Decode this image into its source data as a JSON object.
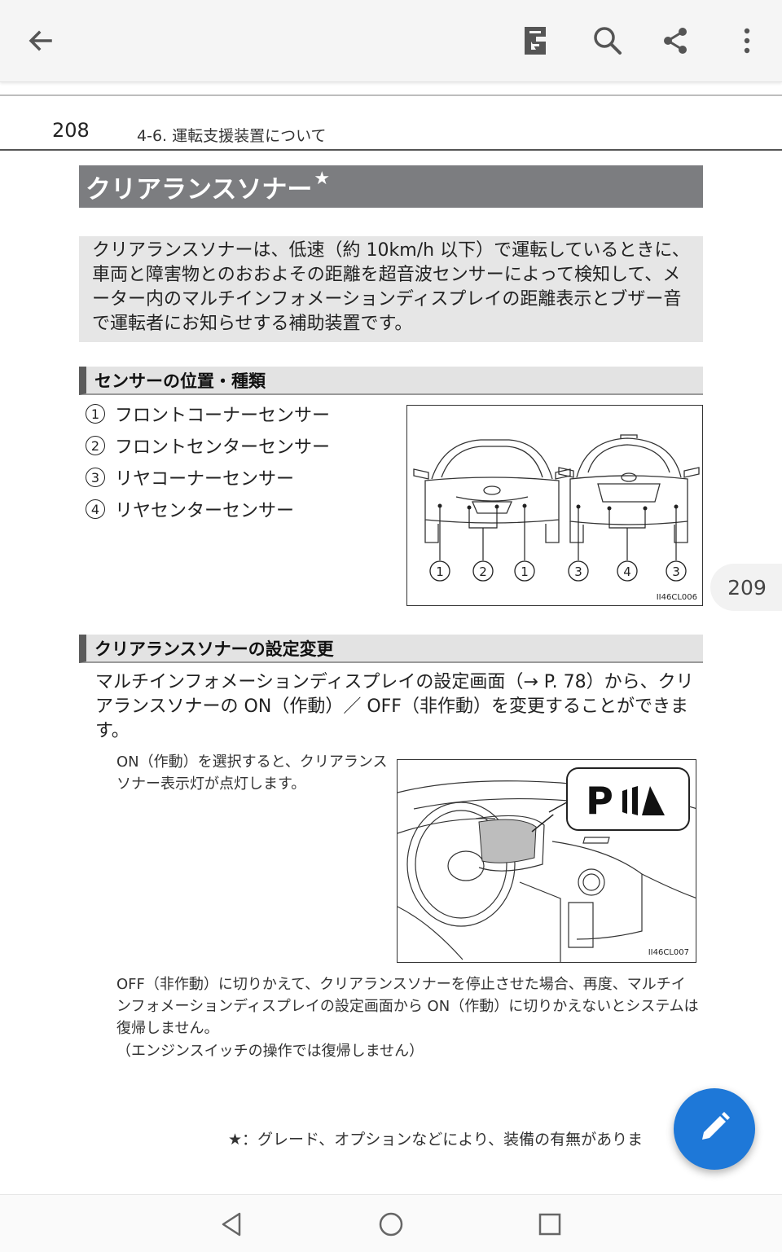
{
  "toolbar": {
    "back_icon": "arrow-left-icon",
    "bookmark_icon": "bookmark-icon",
    "search_icon": "search-icon",
    "share_icon": "share-icon",
    "more_icon": "more-vert-icon"
  },
  "page": {
    "number": "208",
    "section": "4-6. 運転支援装置について",
    "title": "クリアランスソナー",
    "title_star": "★",
    "intro": "クリアランスソナーは、低速（約 10km/h 以下）で運転しているときに、車両と障害物とのおおよその距離を超音波センサーによって検知して、メーター内のマルチインフォメーションディスプレイの距離表示とブザー音で運転者にお知らせする補助装置です。"
  },
  "sensors": {
    "heading": "センサーの位置・種類",
    "items": [
      {
        "num": "1",
        "label": "フロントコーナーセンサー"
      },
      {
        "num": "2",
        "label": "フロントセンターセンサー"
      },
      {
        "num": "3",
        "label": "リヤコーナーセンサー"
      },
      {
        "num": "4",
        "label": "リヤセンターセンサー"
      }
    ],
    "figure_code": "II46CL006",
    "figure_labels": [
      "1",
      "2",
      "1",
      "3",
      "4",
      "3"
    ]
  },
  "settings": {
    "heading": "クリアランスソナーの設定変更",
    "body": "マルチインフォメーションディスプレイの設定画面（→ P. 78）から、クリアランスソナーの ON（作動）／ OFF（非作動）を変更することができます。",
    "on_note": "ON（作動）を選択すると、クリアランスソナー表示灯が点灯します。",
    "figure_code": "II46CL007",
    "indicator_letter": "P",
    "off_note": "OFF（非作動）に切りかえて、クリアランスソナーを停止させた場合、再度、マルチインフォメーションディスプレイの設定画面から ON（作動）に切りかえないとシステムは復帰しません。",
    "off_note2": "（エンジンスイッチの操作では復帰しません）"
  },
  "side_page": "209",
  "footnote": {
    "star": "★",
    "text": "：グレード、オプションなどにより、装備の有無がありま"
  },
  "fab_icon": "pencil-icon",
  "navbar": {
    "back_icon": "nav-back-icon",
    "home_icon": "nav-home-icon",
    "recents_icon": "nav-recents-icon"
  }
}
